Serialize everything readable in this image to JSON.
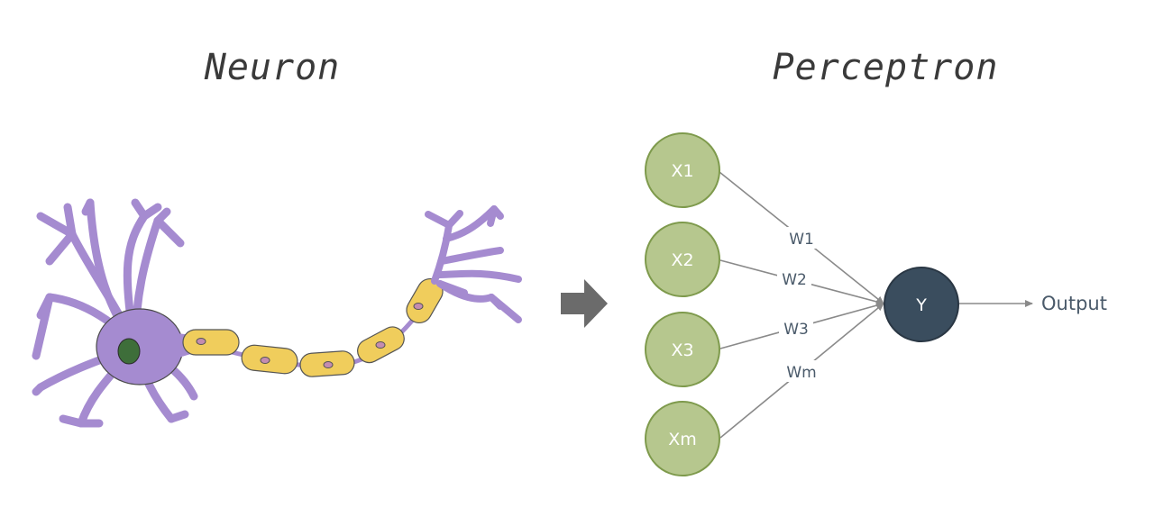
{
  "titles": {
    "left": "Neuron",
    "right": "Perceptron"
  },
  "perceptron": {
    "inputs": [
      {
        "label": "X1",
        "weight": "W1"
      },
      {
        "label": "X2",
        "weight": "W2"
      },
      {
        "label": "X3",
        "weight": "W3"
      },
      {
        "label": "Xm",
        "weight": "Wm"
      }
    ],
    "output_node": "Y",
    "output_label": "Output"
  },
  "colors": {
    "input_node_fill": "#b6c78e",
    "input_node_stroke": "#7e9a4c",
    "output_node_fill": "#3a4d5e",
    "edge": "#8a8a8a",
    "weight_text": "#4a5a6a",
    "dendrite_purple": "#a58bd0",
    "myelin_yellow": "#f0cd5c",
    "nucleus_green": "#3e6e3a",
    "arrow_gray": "#6b6b6b"
  },
  "icons": {
    "transition_arrow": "right-arrow-icon",
    "neuron": "neuron-illustration"
  }
}
